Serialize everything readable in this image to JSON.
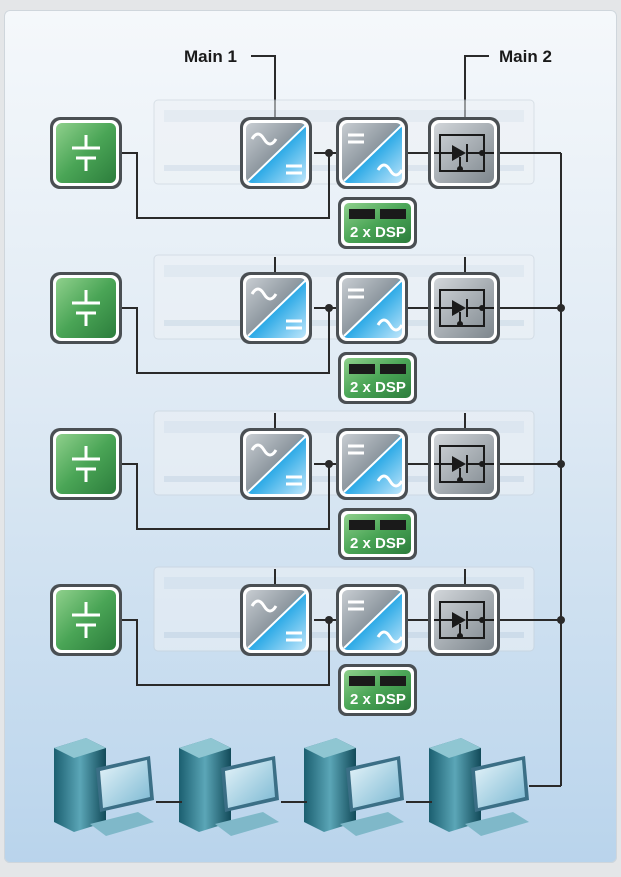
{
  "labels": {
    "main1": "Main 1",
    "main2": "Main 2"
  },
  "dsp_label": "2 x DSP",
  "rows": [
    {
      "battery": "battery",
      "rectifier": "ac-dc-rectifier",
      "inverter": "dc-ac-inverter",
      "switch": "static-switch",
      "dsp": "dsp-module"
    },
    {
      "battery": "battery",
      "rectifier": "ac-dc-rectifier",
      "inverter": "dc-ac-inverter",
      "switch": "static-switch",
      "dsp": "dsp-module"
    },
    {
      "battery": "battery",
      "rectifier": "ac-dc-rectifier",
      "inverter": "dc-ac-inverter",
      "switch": "static-switch",
      "dsp": "dsp-module"
    },
    {
      "battery": "battery",
      "rectifier": "ac-dc-rectifier",
      "inverter": "dc-ac-inverter",
      "switch": "static-switch",
      "dsp": "dsp-module"
    }
  ],
  "loads": [
    "server-workstation",
    "server-workstation",
    "server-workstation",
    "server-workstation"
  ],
  "colors": {
    "battery": "#3f9a52",
    "converter_blue": "#1ea8e8",
    "module_gray": "#8a949c",
    "dsp_green": "#4fa04e",
    "wire": "#2a2a2a"
  }
}
